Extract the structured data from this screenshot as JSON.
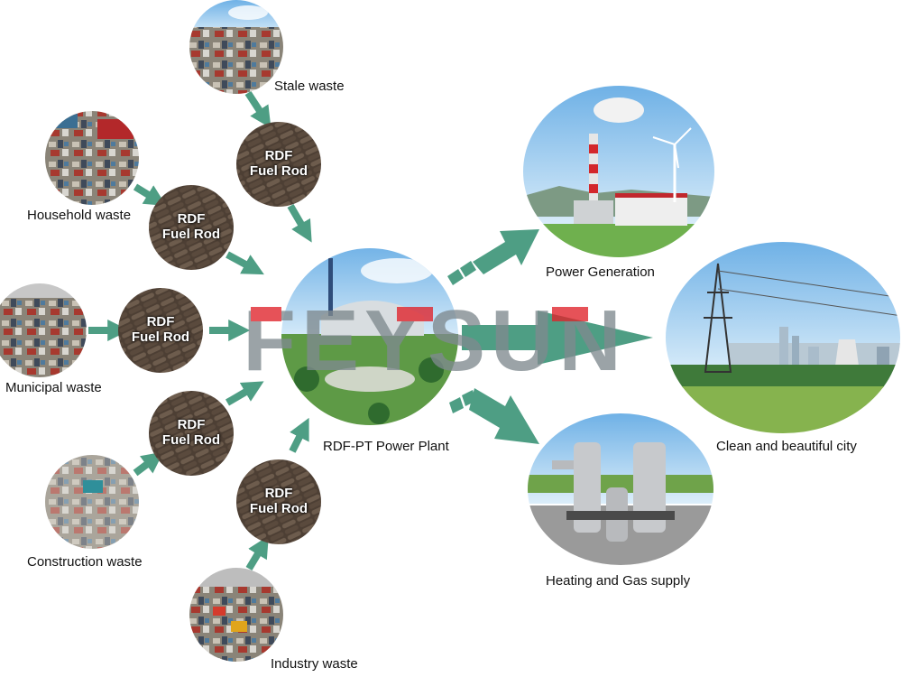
{
  "watermark": "FEYSUN",
  "center": {
    "label": "RDF-PT Power Plant"
  },
  "rod": {
    "line1": "RDF",
    "line2": "Fuel Rod"
  },
  "sources": [
    {
      "id": "stale",
      "label": "Stale waste"
    },
    {
      "id": "household",
      "label": "Household waste"
    },
    {
      "id": "municipal",
      "label": "Municipal waste"
    },
    {
      "id": "construction",
      "label": "Construction waste"
    },
    {
      "id": "industry",
      "label": "Industry waste"
    }
  ],
  "outputs": [
    {
      "id": "power",
      "label": "Power Generation"
    },
    {
      "id": "city",
      "label": "Clean and beautiful city"
    },
    {
      "id": "heating",
      "label": "Heating and Gas supply"
    }
  ],
  "colors": {
    "arrow": "#4e9e84",
    "watermark_gray": "#7f8a8f",
    "watermark_red": "#e0222a",
    "rod_bg": "#4d3f34",
    "sky": "#8ec6ee",
    "grass": "#6fb04e"
  }
}
